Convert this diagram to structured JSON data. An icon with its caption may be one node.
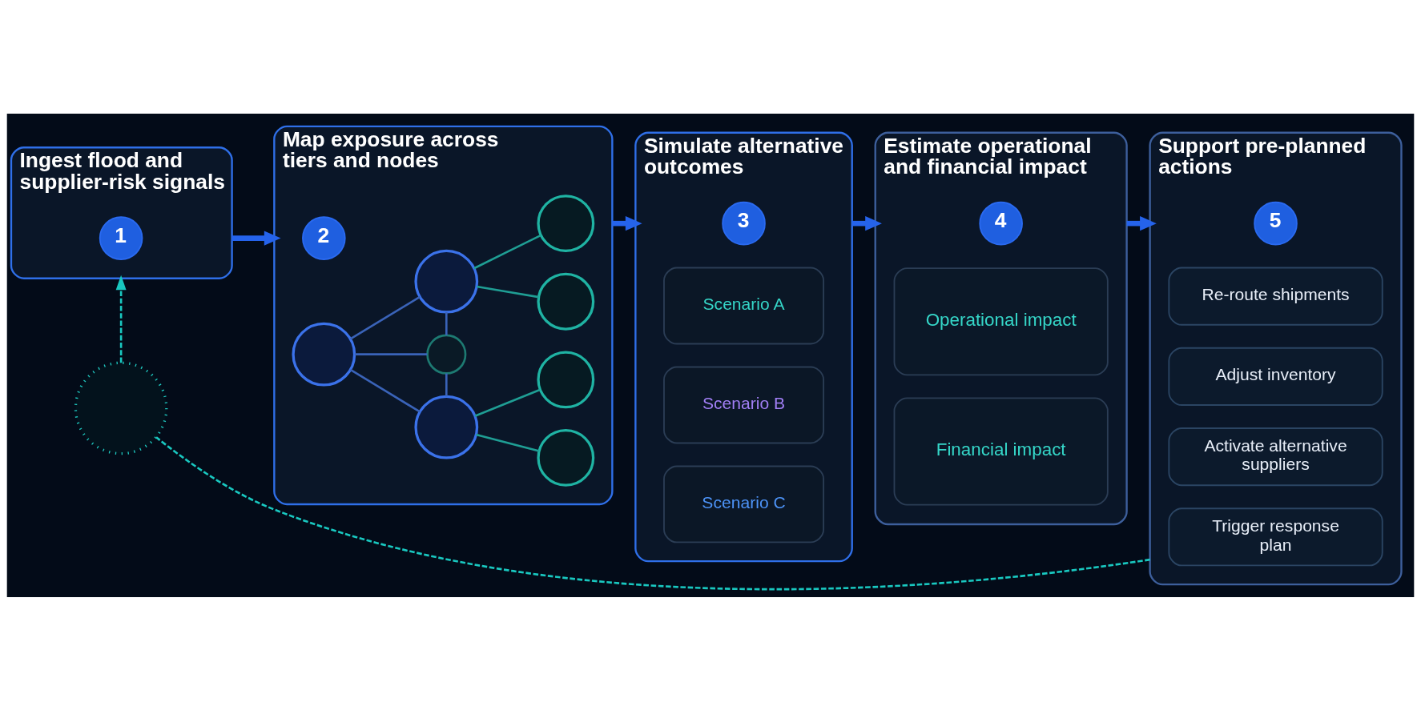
{
  "diagram": {
    "nodes": [
      {
        "text": [
          "Ingest flood and supplier-risk signals"
        ]
      },
      {
        "text": [
          "1"
        ],
        "in": 0
      },
      {
        "text": [
          "Map exposure across tiers and nodes"
        ]
      },
      {
        "text": [
          "2"
        ],
        "in": 2
      },
      {
        "text": [],
        "shape": "circle",
        "in": 2
      },
      {
        "text": [],
        "shape": "circle",
        "in": 2
      },
      {
        "text": [],
        "shape": "circle",
        "in": 2
      },
      {
        "text": [],
        "shape": "circle",
        "in": 2
      },
      {
        "text": [],
        "shape": "circle",
        "in": 2
      },
      {
        "text": [],
        "shape": "circle",
        "in": 2
      },
      {
        "text": [],
        "shape": "circle",
        "in": 2
      },
      {
        "text": [],
        "shape": "circle",
        "in": 2
      },
      {
        "text": [
          "Simulate alternative outcomes"
        ]
      },
      {
        "text": [
          "3"
        ],
        "in": 12
      },
      {
        "text": [
          "Scenario A"
        ],
        "in": 12
      },
      {
        "text": [
          "Scenario B"
        ],
        "in": 12
      },
      {
        "text": [
          "Scenario C"
        ],
        "in": 12
      },
      {
        "text": [
          "Estimate operational and financial impact"
        ]
      },
      {
        "text": [
          "4"
        ],
        "in": 17
      },
      {
        "text": [
          "Operational impact"
        ],
        "in": 17
      },
      {
        "text": [
          "Financial impact"
        ],
        "in": 17
      },
      {
        "text": [
          "Support pre-planned actions"
        ]
      },
      {
        "text": [
          "5"
        ],
        "in": 21
      },
      {
        "text": [
          "Re-route shipments"
        ],
        "in": 21
      },
      {
        "text": [
          "Adjust inventory"
        ],
        "in": 21
      },
      {
        "text": [
          "Activate alternative suppliers"
        ],
        "in": 21
      },
      {
        "text": [
          "Trigger response plan"
        ],
        "in": 21
      },
      {
        "text": [],
        "shape": "circle"
      }
    ],
    "edges": [
      {
        "from": 0,
        "to": 2,
        "arrow": "to",
        "style": "thick",
        "color": "#2563eb"
      },
      {
        "from": 2,
        "to": 12,
        "arrow": "to",
        "style": "thick",
        "color": "#2563eb"
      },
      {
        "from": 12,
        "to": 17,
        "arrow": "to",
        "style": "thick",
        "color": "#2563eb"
      },
      {
        "from": 17,
        "to": 21,
        "arrow": "to",
        "style": "thick",
        "color": "#2563eb"
      },
      {
        "from": 4,
        "to": 5,
        "arrow": "none"
      },
      {
        "from": 4,
        "to": 6,
        "arrow": "none"
      },
      {
        "from": 4,
        "to": 7,
        "arrow": "none"
      },
      {
        "from": 5,
        "to": 6,
        "arrow": "none"
      },
      {
        "from": 6,
        "to": 7,
        "arrow": "none"
      },
      {
        "from": 5,
        "to": 8,
        "arrow": "none",
        "color": "#1f9e94"
      },
      {
        "from": 5,
        "to": 9,
        "arrow": "none",
        "color": "#1f9e94"
      },
      {
        "from": 7,
        "to": 10,
        "arrow": "none",
        "color": "#1f9e94"
      },
      {
        "from": 7,
        "to": 11,
        "arrow": "none",
        "color": "#1f9e94"
      },
      {
        "from": 21,
        "to": 27,
        "arrow": "none",
        "style": "dashed",
        "color": "#19c8c0"
      },
      {
        "from": 27,
        "to": 0,
        "arrow": "to",
        "style": "dashed",
        "color": "#19c8c0"
      }
    ]
  }
}
